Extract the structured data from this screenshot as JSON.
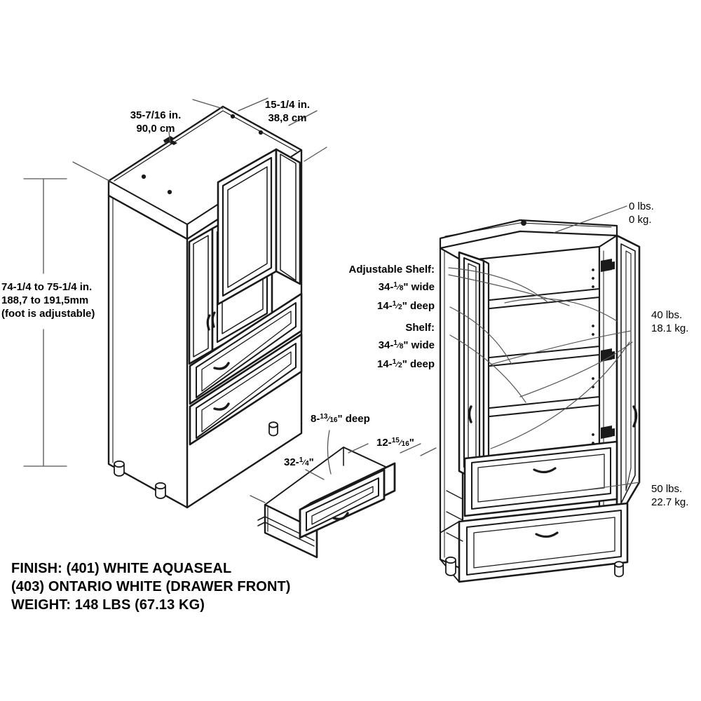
{
  "diagram": {
    "type": "furniture-assembly-specification",
    "subject": "two-door wardrobe armoire with two drawers",
    "background_color": "#ffffff",
    "line_color": "#1a1a1a"
  },
  "dimensions": {
    "width_label": {
      "line1": "35-7/16 in.",
      "line2": "90,0 cm"
    },
    "depth_label": {
      "line1": "15-1/4 in.",
      "line2": "38,8 cm"
    },
    "height_label": {
      "line1": "74-1/4 to 75-1/4 in.",
      "line2": "188,7 to 191,5mm",
      "line3": "(foot is adjustable)"
    }
  },
  "shelves": {
    "adjustable": {
      "title": "Adjustable Shelf:",
      "width_prefix": "34-",
      "width_num": "1",
      "width_den": "8",
      "width_suffix": "\" wide",
      "depth_prefix": "14-",
      "depth_num": "1",
      "depth_den": "2",
      "depth_suffix": "\" deep"
    },
    "fixed": {
      "title": "Shelf:",
      "width_prefix": "34-",
      "width_num": "1",
      "width_den": "8",
      "width_suffix": "\" wide",
      "depth_prefix": "14-",
      "depth_num": "1",
      "depth_den": "2",
      "depth_suffix": "\" deep"
    }
  },
  "drawer": {
    "depth": {
      "prefix": "8-",
      "num": "13",
      "den": "16",
      "suffix": "\" deep"
    },
    "height": {
      "prefix": "12-",
      "num": "15",
      "den": "16",
      "suffix": "\""
    },
    "width": {
      "prefix": "32-",
      "num": "1",
      "den": "4",
      "suffix": "\""
    }
  },
  "weight_ratings": [
    {
      "name": "top-panel-capacity",
      "lbs": "0 lbs.",
      "kg": "0 kg."
    },
    {
      "name": "shelf-capacity",
      "lbs": "40 lbs.",
      "kg": "18.1 kg."
    },
    {
      "name": "drawer-capacity",
      "lbs": "50 lbs.",
      "kg": "22.7 kg."
    }
  ],
  "specs": {
    "line1": "FINISH: (401) WHITE AQUASEAL",
    "line2": "(403) ONTARIO WHITE (DRAWER FRONT)",
    "line3": "WEIGHT: 148 LBS (67.13 KG)"
  }
}
